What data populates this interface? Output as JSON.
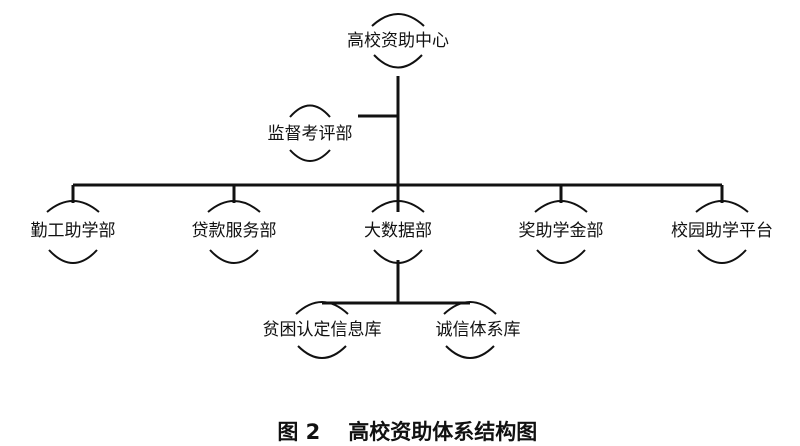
{
  "diagram": {
    "root": {
      "id": "center",
      "label": "高校资助中心"
    },
    "supervisor": {
      "id": "supervision",
      "label": "监督考评部"
    },
    "departments": [
      {
        "id": "work-study",
        "label": "勤工助学部"
      },
      {
        "id": "loan",
        "label": "贷款服务部"
      },
      {
        "id": "big-data",
        "label": "大数据部"
      },
      {
        "id": "scholarship",
        "label": "奖助学金部"
      },
      {
        "id": "platform",
        "label": "校园助学平台"
      }
    ],
    "big_data_children": [
      {
        "id": "poverty-db",
        "label": "贫困认定信息库"
      },
      {
        "id": "credit-system",
        "label": "诚信体系库"
      }
    ],
    "colors": {
      "line": "#111111",
      "text": "#111111",
      "background": "#ffffff"
    }
  },
  "caption": {
    "figure_number": "图 2",
    "title": "高校资助体系结构图"
  }
}
